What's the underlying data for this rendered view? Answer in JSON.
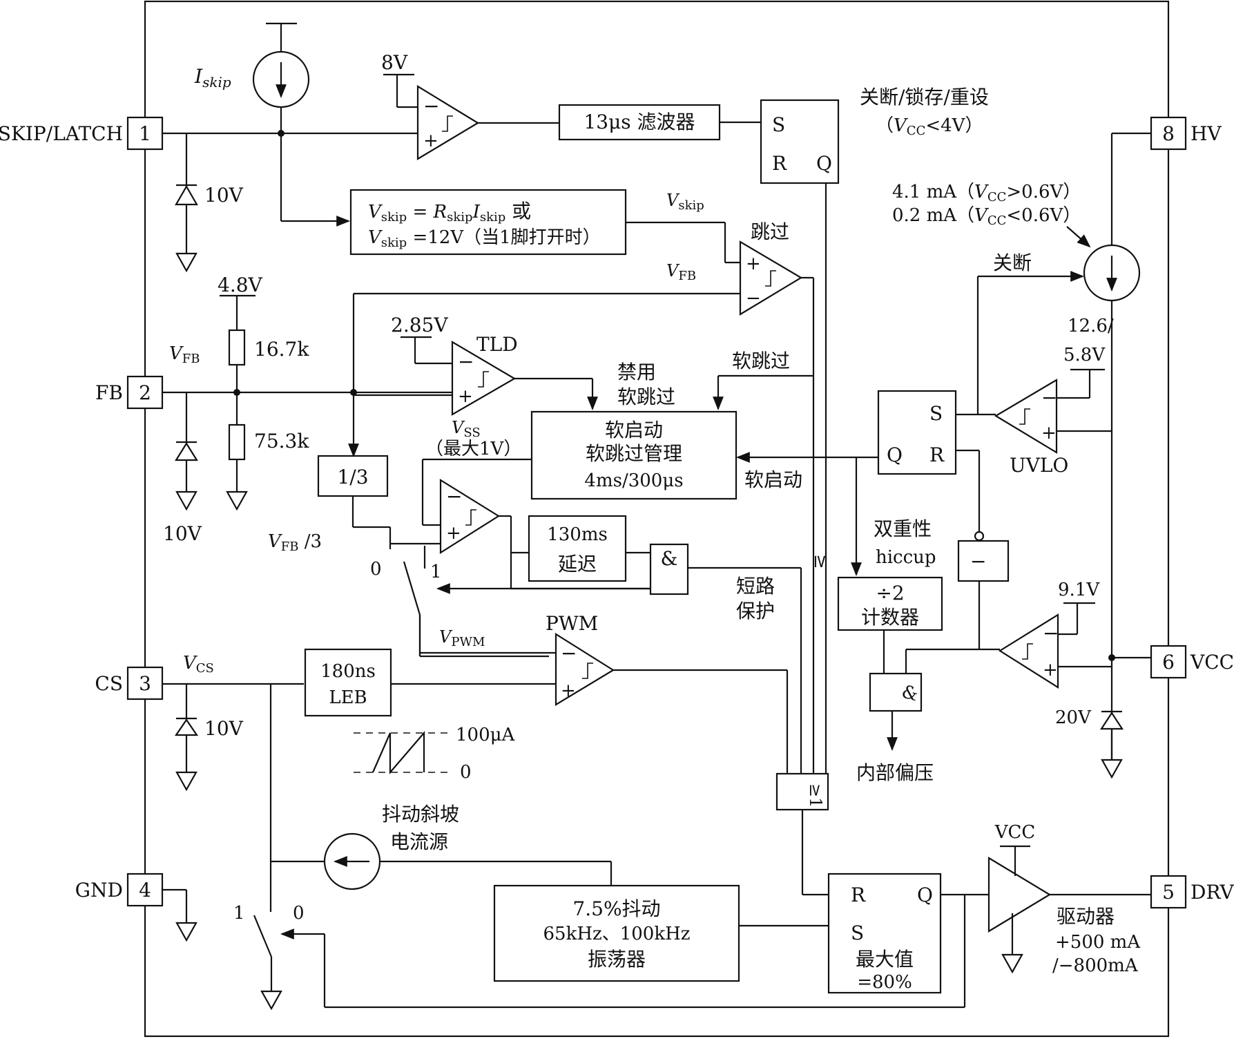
{
  "pins": {
    "p1": {
      "num": "1",
      "name": "SKIP/LATCH"
    },
    "p2": {
      "num": "2",
      "name": "FB"
    },
    "p3": {
      "num": "3",
      "name": "CS"
    },
    "p4": {
      "num": "4",
      "name": "GND"
    },
    "p5": {
      "num": "5",
      "name": "DRV"
    },
    "p6": {
      "num": "6",
      "name": "VCC"
    },
    "p8": {
      "num": "8",
      "name": "HV"
    }
  },
  "top": {
    "iskip_i": "I",
    "iskip_sub": "skip",
    "v8": "8V",
    "filter": "13μs 滤波器",
    "sr_s": "S",
    "sr_r": "R",
    "sr_q": "Q",
    "latch_title": "关断/锁存/重设",
    "latch_cond_pre": "（",
    "latch_cond_v": "V",
    "latch_cond_sub": "CC",
    "latch_cond_post": "<4V）",
    "zener1": "10V"
  },
  "vskip_box": {
    "l1_v": "V",
    "l1_sub": "skip",
    "l1_mid": " = ",
    "l1_r": "R",
    "l1_rsub": "skip",
    "l1_i": "I",
    "l1_isub": "skip",
    "l1_tail": " 或",
    "l2_v": "V",
    "l2_sub": "skip",
    "l2_tail": " =12V（当1脚打开时）"
  },
  "skip_comp": {
    "vskip_v": "V",
    "vskip_sub": "skip",
    "vfb_v": "V",
    "vfb_sub": "FB",
    "label": "跳过",
    "plus": "+",
    "minus": "−"
  },
  "fb": {
    "v48": "4.8V",
    "r1": "16.7k",
    "r2": "75.3k",
    "vfb_v": "V",
    "vfb_sub": "FB",
    "zener": "10V",
    "div": "1/3",
    "vfb3_v": "V",
    "vfb3_sub": "FB",
    "vfb3_tail": " /3",
    "sw0": "0",
    "sw1": "1"
  },
  "tld": {
    "v285": "2.85V",
    "label": "TLD",
    "disable1": "禁用",
    "disable2": "软跳过",
    "soft_skip": "软跳过",
    "vss_v": "V",
    "vss_sub": "SS",
    "vss_max": "（最大1V）"
  },
  "softstart": {
    "l1": "软启动",
    "l2": "软跳过管理",
    "l3": "4ms/300μs",
    "arrow_label": "软启动"
  },
  "short": {
    "delay1": "130ms",
    "delay2": "延迟",
    "and": "&",
    "label1": "短路",
    "label2": "保护",
    "geq": "≥"
  },
  "hv": {
    "i1": "4.1 mA（",
    "i1_v": "V",
    "i1_sub": "CC",
    "i1_tail": ">0.6V）",
    "i2": "0.2 mA（",
    "i2_v": "V",
    "i2_sub": "CC",
    "i2_tail": "<0.6V）",
    "shutdown": "关断",
    "uvlo_v1": "12.6/",
    "uvlo_v2": "5.8V",
    "uvlo": "UVLO",
    "sr_s": "S",
    "sr_q": "Q",
    "sr_r": "R"
  },
  "hiccup": {
    "l1": "双重性",
    "l2": "hiccup",
    "div": "÷2",
    "counter": "计数器",
    "and": "&",
    "bias": "内部偏压",
    "v91": "9.1V",
    "zener": "20V",
    "neg": "−"
  },
  "pwm": {
    "vpwm_v": "V",
    "vpwm_sub": "PWM",
    "label": "PWM",
    "vcs_v": "V",
    "vcs_sub": "CS",
    "leb1": "180ns",
    "leb2": "LEB",
    "zener": "10V",
    "ramp_hi": "100μA",
    "ramp_lo": "0",
    "or_sym": "≥1"
  },
  "osc": {
    "jitter1": "抖动斜坡",
    "jitter2": "电流源",
    "l1": "7.5%抖动",
    "l2": "65kHz、100kHz",
    "l3": "振荡器",
    "sw1": "1",
    "sw0": "0"
  },
  "drv": {
    "ff_r": "R",
    "ff_q": "Q",
    "ff_s": "S",
    "max1": "最大值",
    "max2": "=80%",
    "vcc": "VCC",
    "label": "驱动器",
    "i1": "+500 mA",
    "i2": "/−800mA"
  }
}
